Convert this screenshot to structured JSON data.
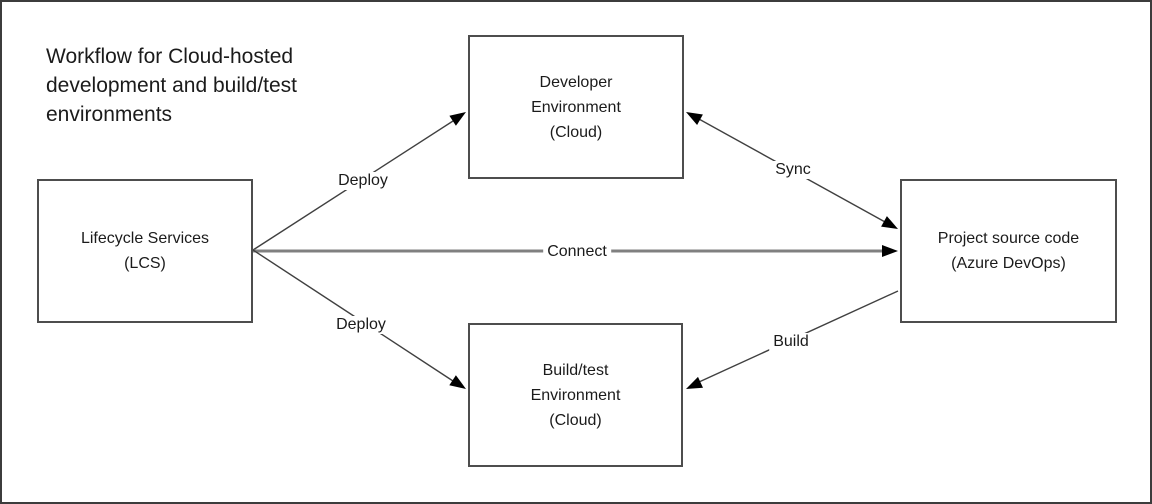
{
  "diagram": {
    "title_lines": [
      "Workflow for Cloud-hosted",
      "development and build/test",
      "environments"
    ],
    "nodes": {
      "lcs": {
        "lines": [
          "Lifecycle Services",
          "(LCS)"
        ]
      },
      "dev_env": {
        "lines": [
          "Developer",
          "Environment",
          "(Cloud)"
        ]
      },
      "build_env": {
        "lines": [
          "Build/test",
          "Environment",
          "(Cloud)"
        ]
      },
      "source": {
        "lines": [
          "Project source code",
          "(Azure DevOps)"
        ]
      }
    },
    "edge_labels": {
      "deploy_top": "Deploy",
      "connect": "Connect",
      "deploy_bottom": "Deploy",
      "sync": "Sync",
      "build": "Build"
    },
    "colors": {
      "background": "#ffffff",
      "canvas_border": "#3c3c3c",
      "box_border": "#4d4d4d",
      "text": "#1b1b1b",
      "edge_line": "#404040",
      "connect_line": "#808080",
      "arrowhead": "#000000"
    }
  }
}
